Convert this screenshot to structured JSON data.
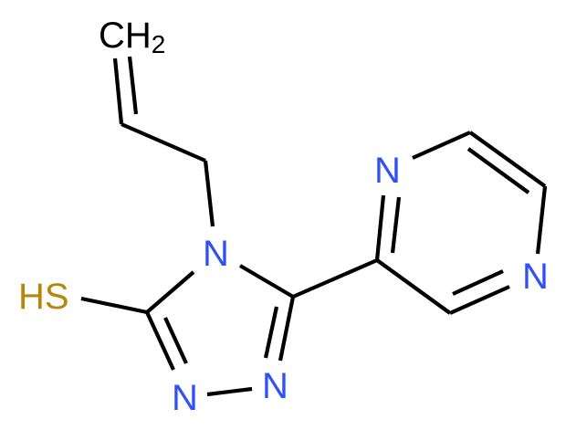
{
  "molecule": {
    "name": "4-allyl-5-(pyrazin-2-yl)-4H-1,2,4-triazole-3-thiol",
    "colors": {
      "bond": "#000000",
      "nitrogen": "#3050F8",
      "sulfur": "#B8860B",
      "carbon_label": "#000000"
    },
    "labels": {
      "ch2_main": "CH",
      "ch2_sub": "2",
      "thiol": "HS",
      "triazole_n4": "N",
      "triazole_n1": "N",
      "triazole_n2": "N",
      "pyrazine_n1": "N",
      "pyrazine_n4": "N"
    }
  }
}
